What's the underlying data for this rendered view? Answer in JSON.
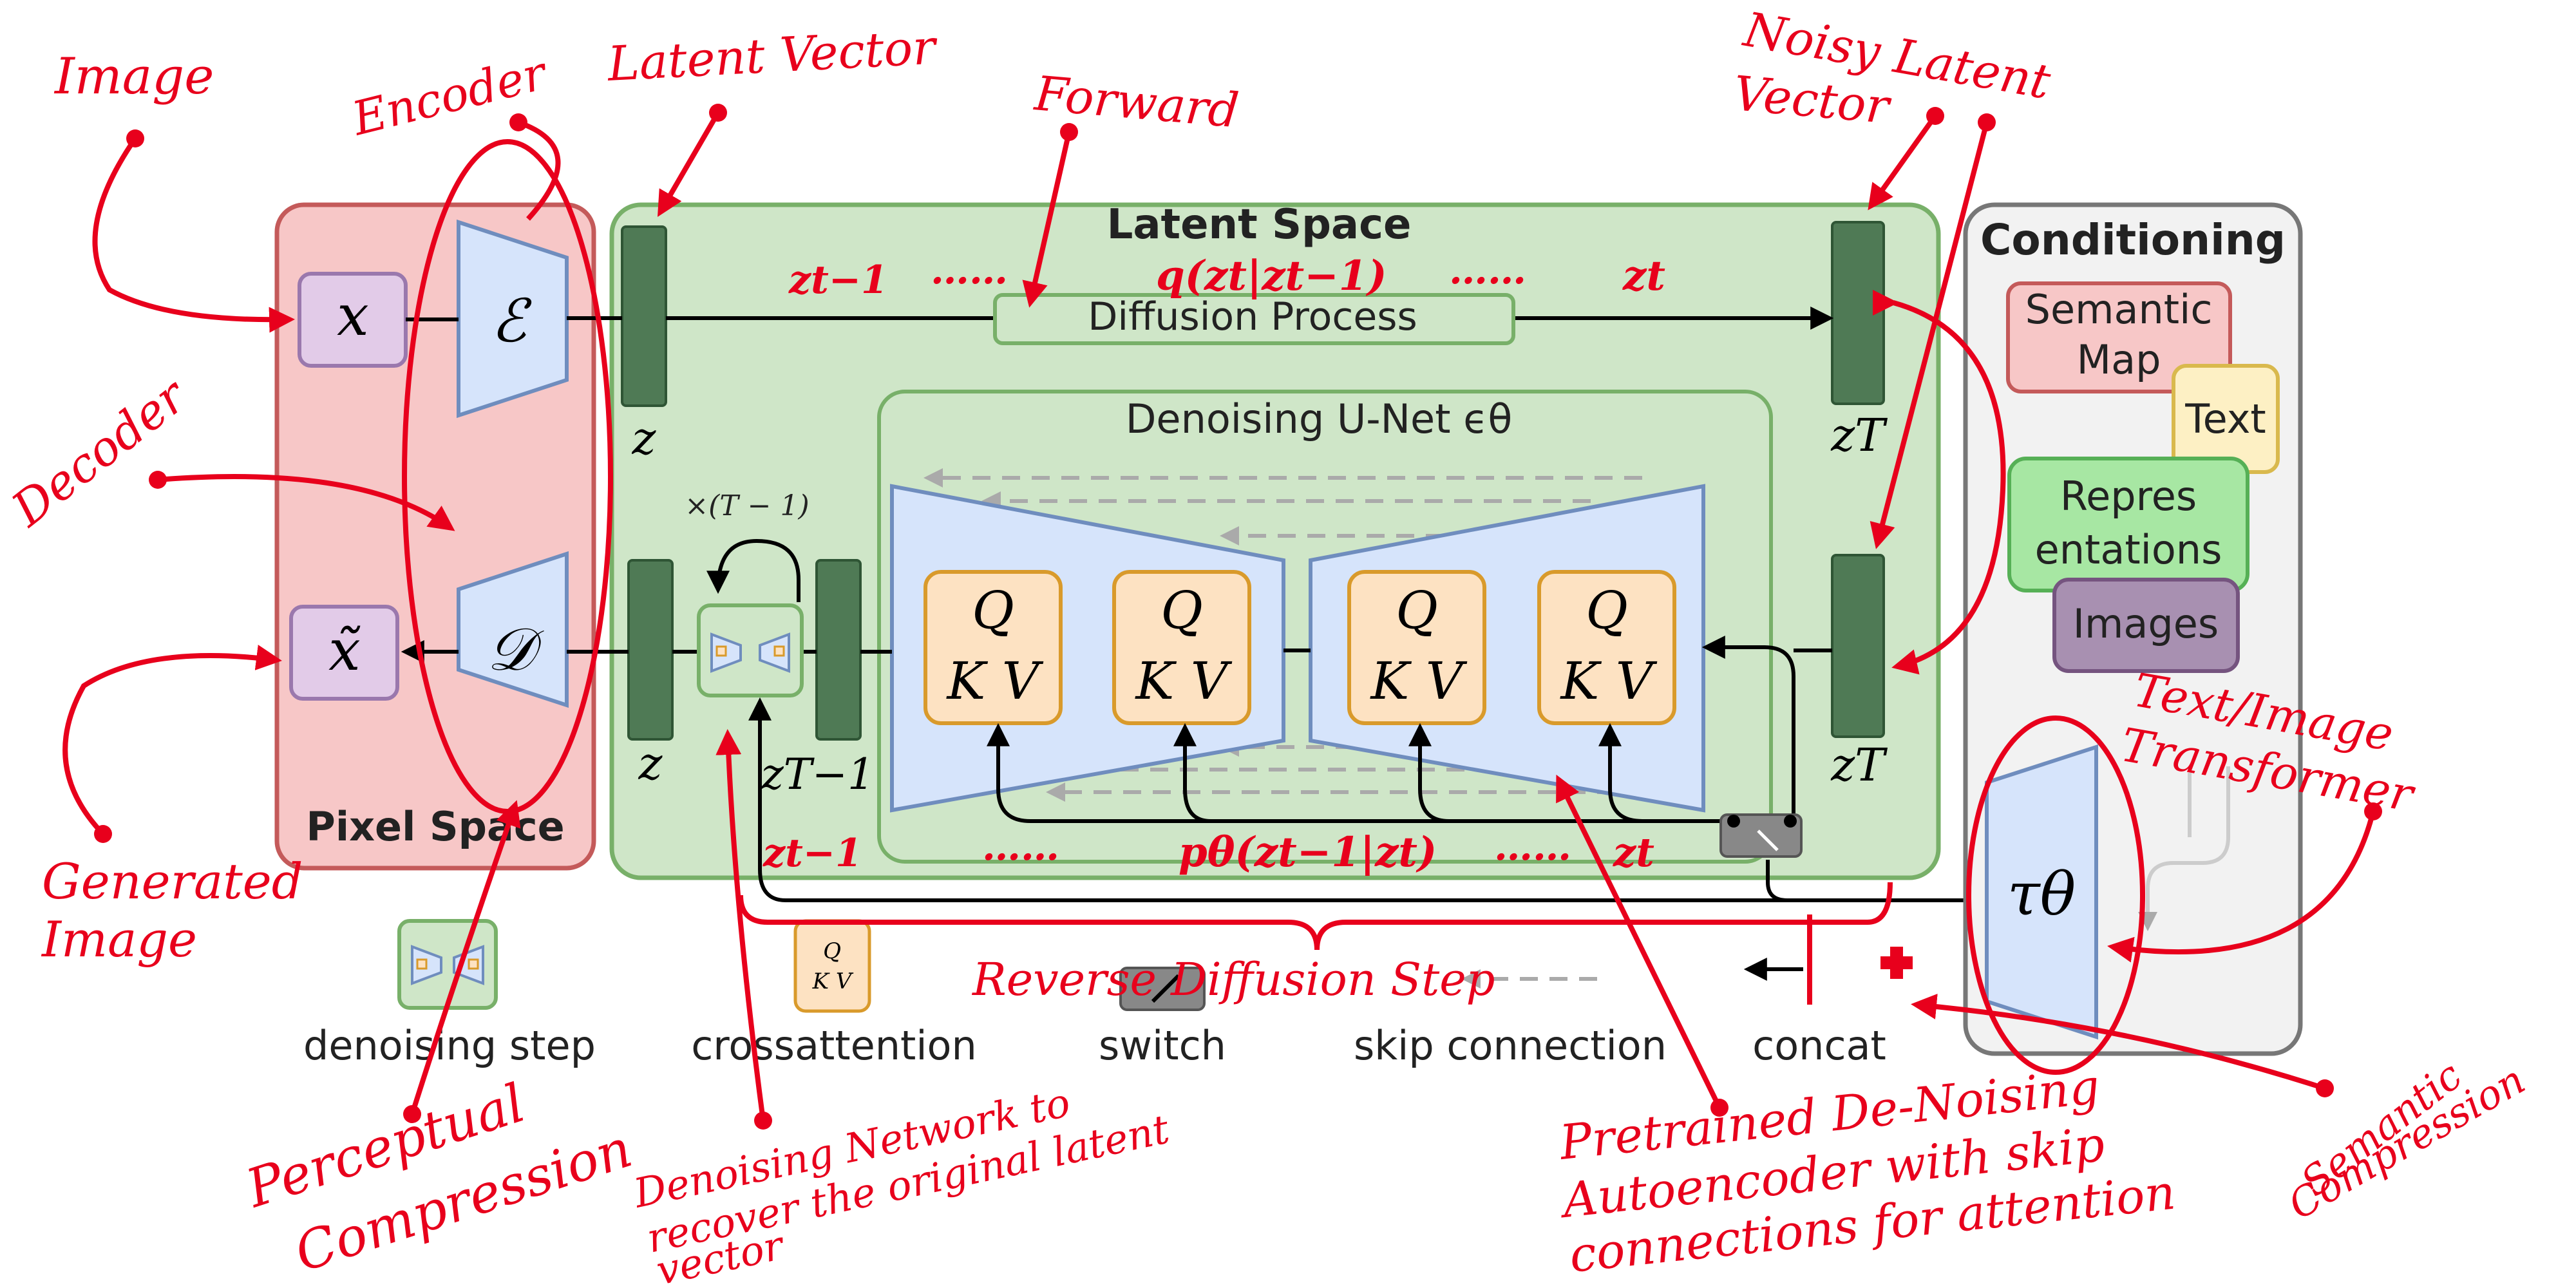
{
  "diagram": {
    "pixel_space": {
      "title": "Pixel Space",
      "x_label": "x",
      "x_tilde_label": "x̃",
      "encoder_label": "ℰ",
      "decoder_label": "𝒟"
    },
    "latent_space": {
      "title": "Latent Space",
      "diffusion_process": "Diffusion Process",
      "unet_title": "Denoising U-Net ϵθ",
      "z_label": "z",
      "z_label_bottom": "z",
      "zT_label": "zT",
      "zT_label_bottom": "zT",
      "zT1_label": "zT−1",
      "repeat_label": "×(T − 1)",
      "attn_q": "Q",
      "attn_kv": "K V"
    },
    "conditioning": {
      "title": "Conditioning",
      "items": [
        "Semantic Map",
        "Text",
        "Representations",
        "Images"
      ],
      "semantic_map_l1": "Semantic",
      "semantic_map_l2": "Map",
      "text": "Text",
      "repr_l1": "Repres",
      "repr_l2": "entations",
      "images": "Images",
      "tau": "τθ"
    },
    "legend": {
      "denoising_step": "denoising step",
      "crossattention": "crossattention",
      "switch": "switch",
      "skip_connection": "skip connection",
      "concat": "concat",
      "mini_q": "Q",
      "mini_kv": "K V"
    },
    "annotations": {
      "image": "Image",
      "encoder": "Encoder",
      "latent_vector": "Latent Vector",
      "forward": "Forward",
      "noisy_latent_l1": "Noisy Latent",
      "noisy_latent_l2": "Vector",
      "decoder": "Decoder",
      "generated_l1": "Generated",
      "generated_l2": "Image",
      "perceptual_l1": "Perceptual",
      "perceptual_l2": "Compression",
      "denoising_net_l1": "Denoising Network to",
      "denoising_net_l2": "recover the original latent",
      "denoising_net_l3": "vector",
      "pretrained_l1": "Pretrained De-Noising",
      "pretrained_l2": "Autoencoder with skip",
      "pretrained_l3": "connections for attention",
      "semantic_l1": "Semantic",
      "semantic_l2": "Compression",
      "text_image_l1": "Text/Image",
      "text_image_l2": "Transformer",
      "reverse_diffusion": "Reverse Diffusion Step",
      "z_t_minus_1_top": "zt−1",
      "dots_1": "……",
      "q_formula": "q(zt|zt−1)",
      "dots_2": "……",
      "z_t_top": "zt",
      "z_t_minus_1_bottom": "zt−1",
      "dots_3": "……",
      "p_formula": "pθ(zt−1|zt)",
      "dots_4": "……",
      "z_t_bottom": "zt"
    },
    "colors": {
      "pixel_space": "#f7c7c7",
      "latent_space": "#cfe6c8",
      "conditioning": "#f2f2f2",
      "annotation_red": "#e8001c",
      "latent_bar": "#4f7a55",
      "unet_trapezoid": "#d6e4fb",
      "attention_box": "#fde2c2"
    }
  }
}
